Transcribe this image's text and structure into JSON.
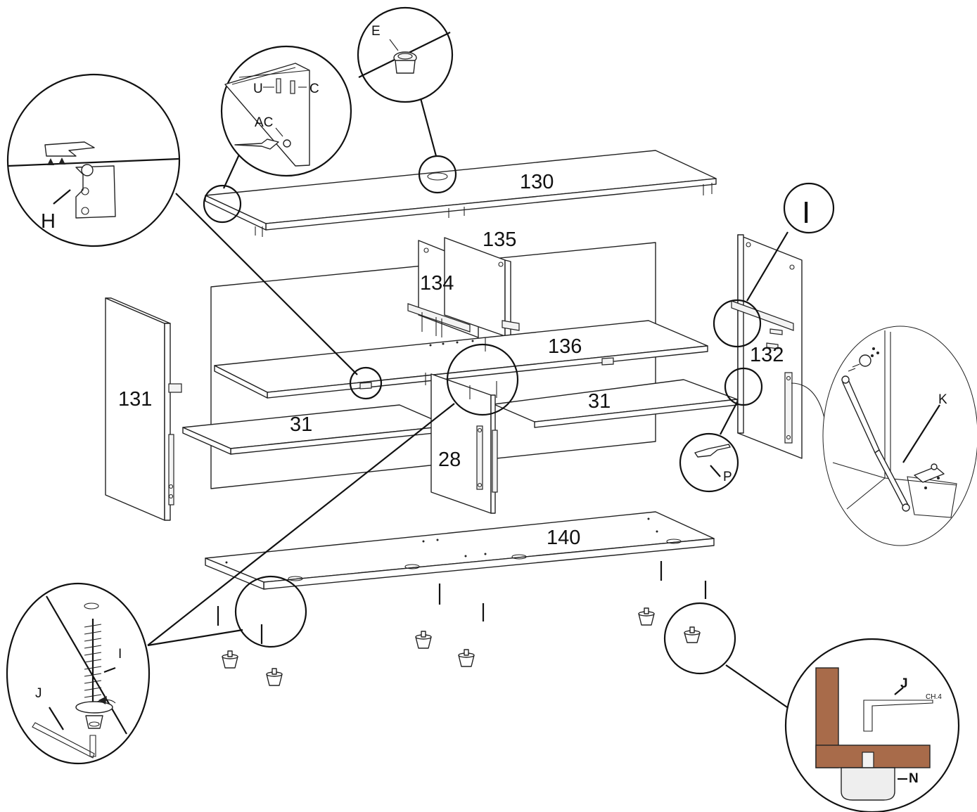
{
  "parts": {
    "p130": "130",
    "p135": "135",
    "p134": "134",
    "p136": "136",
    "p131": "131",
    "p132": "132",
    "p31a": "31",
    "p31b": "31",
    "p28": "28",
    "p140": "140"
  },
  "hardware": {
    "E": "E",
    "U": "U",
    "C": "C",
    "AC": "AC",
    "H": "H",
    "I_callout": "I",
    "I_detail": "I",
    "J_detail": "J",
    "J_tool": "J",
    "K": "K",
    "P": "P",
    "N": "N",
    "hex_size": "CH.4"
  }
}
